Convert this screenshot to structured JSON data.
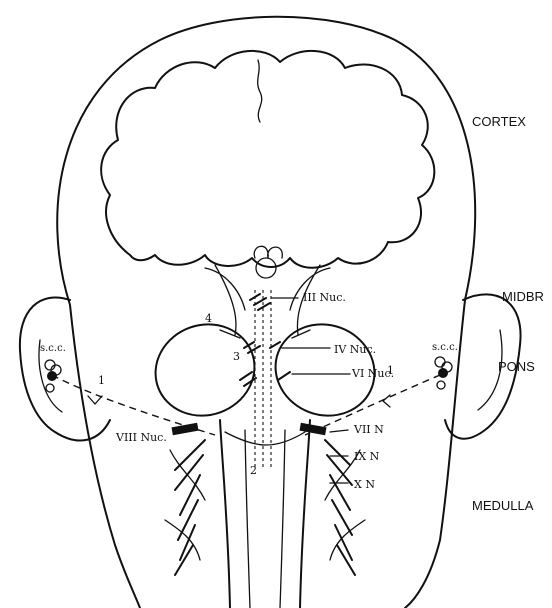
{
  "levels": {
    "cortex": "CORTEX",
    "midbrain": "MIDBR",
    "pons": "PONS",
    "medulla": "MEDULLA"
  },
  "labels": {
    "scc_left": "s.c.c.",
    "scc_right": "s.c.c.",
    "nuc_iii": "III Nuc.",
    "nuc_iv": "IV Nuc.",
    "nuc_vi": "VI Nuc.",
    "nuc_viii": "VIII Nuc.",
    "nerve_vii": "VII N",
    "nerve_ix": "IX N",
    "nerve_x": "X N"
  },
  "pathway_numbers": {
    "left_1": "1",
    "right_1": "1",
    "n2": "2",
    "n3": "3",
    "n4": "4"
  }
}
